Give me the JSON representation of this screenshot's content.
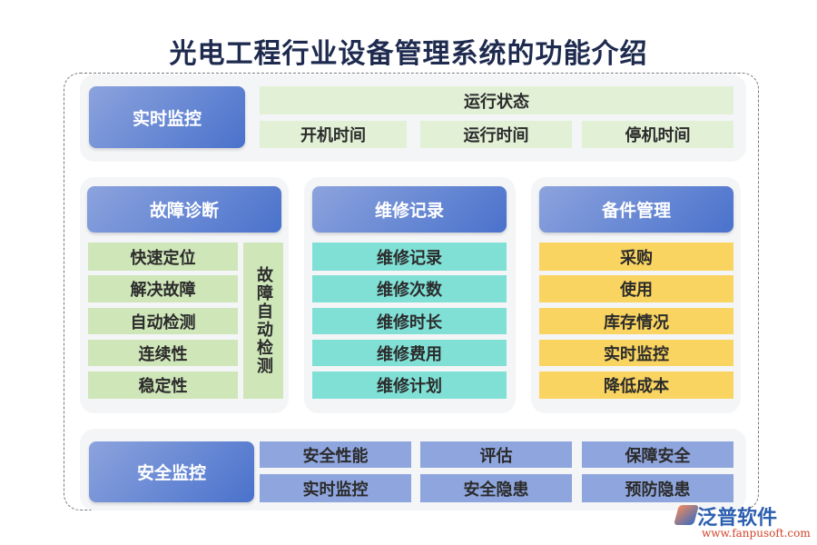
{
  "title": "光电工程行业设备管理系统的功能介绍",
  "realtime": {
    "header": "实时监控",
    "status": "运行状态",
    "items": [
      "开机时间",
      "运行时间",
      "停机时间"
    ]
  },
  "fault": {
    "header": "故障诊断",
    "items": [
      "快速定位",
      "解决故障",
      "自动检测",
      "连续性",
      "稳定性"
    ],
    "side": "故障自动检测"
  },
  "repair": {
    "header": "维修记录",
    "items": [
      "维修记录",
      "维修次数",
      "维修时长",
      "维修费用",
      "维修计划"
    ]
  },
  "parts": {
    "header": "备件管理",
    "items": [
      "采购",
      "使用",
      "库存情况",
      "实时监控",
      "降低成本"
    ]
  },
  "safety": {
    "header": "安全监控",
    "items": [
      "安全性能",
      "评估",
      "保障安全",
      "实时监控",
      "安全隐患",
      "预防隐患"
    ]
  },
  "logo": {
    "name": "泛普软件",
    "url": "www.fanpusoft.com"
  },
  "colors": {
    "header": "#4a72cc",
    "green": "#cfe6b9",
    "cyan": "#80e0d6",
    "yellow": "#fad460",
    "blue": "#8fa5dd"
  }
}
